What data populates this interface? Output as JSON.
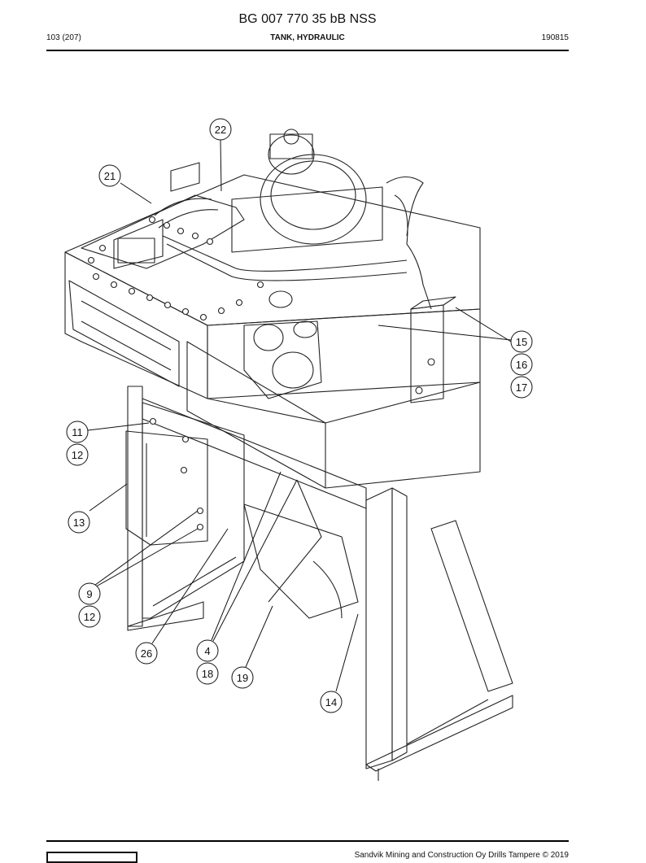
{
  "header": {
    "title": "BG 007 770 35 bB NSS",
    "page": "103 (207)",
    "section": "TANK, HYDRAULIC",
    "code": "190815"
  },
  "footer": {
    "copyright": "Sandvik Mining and Construction Oy Drills Tampere © 2019"
  },
  "callouts": {
    "c22": "22",
    "c21": "21",
    "c15": "15",
    "c16": "16",
    "c17": "17",
    "c11": "11",
    "c12a": "12",
    "c13": "13",
    "c9": "9",
    "c12b": "12",
    "c26": "26",
    "c4": "4",
    "c18": "18",
    "c19": "19",
    "c14": "14"
  }
}
